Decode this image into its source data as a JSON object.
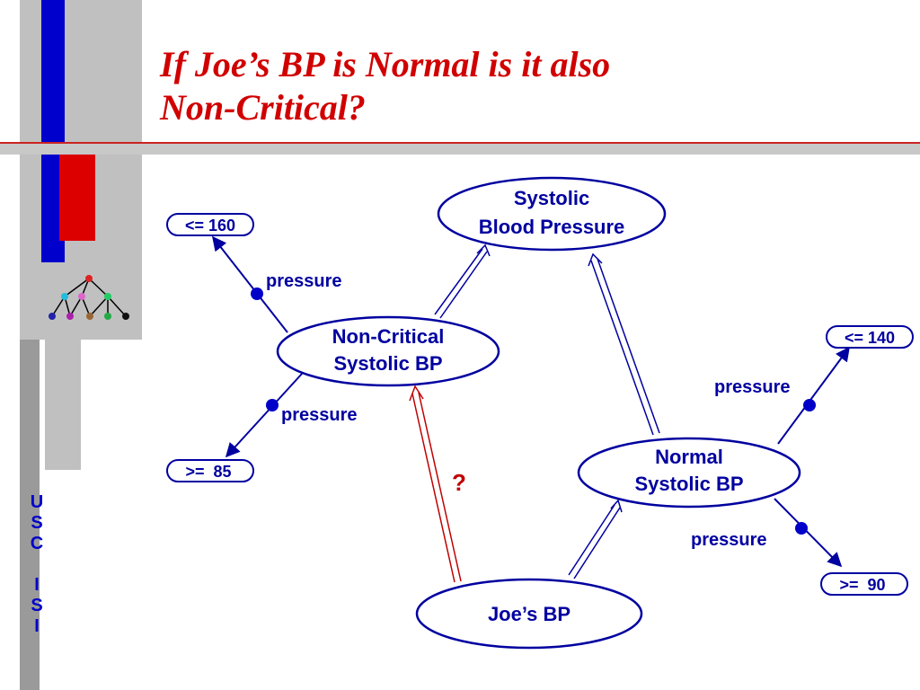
{
  "slide": {
    "title_line1": "If Joe’s BP is Normal is it also",
    "title_line2": "Non-Critical?",
    "sidebar_letters": [
      "U",
      "S",
      "C",
      "",
      "I",
      "S",
      "I"
    ]
  },
  "colors": {
    "title": "#d10000",
    "node_border": "#0000a0",
    "node_text": "#0000a0",
    "question_arrow": "#c00000",
    "sidebar_blue": "#0000cc",
    "sidebar_red": "#dd0000",
    "sidebar_gray": "#c0c0c0"
  },
  "diagram": {
    "nodes": {
      "systolic": [
        "Systolic",
        "Blood Pressure"
      ],
      "noncritical": [
        "Non-Critical",
        "Systolic BP"
      ],
      "normal": [
        "Normal",
        "Systolic BP"
      ],
      "joes": [
        "Joe’s BP"
      ]
    },
    "values": {
      "nc_upper": "<= 160",
      "nc_lower": ">=  85",
      "n_upper": "<= 140",
      "n_lower": ">=  90"
    },
    "roles": {
      "nc_upper": "pressure",
      "nc_lower": "pressure",
      "n_upper": "pressure",
      "n_lower": "pressure"
    },
    "question": "?"
  }
}
